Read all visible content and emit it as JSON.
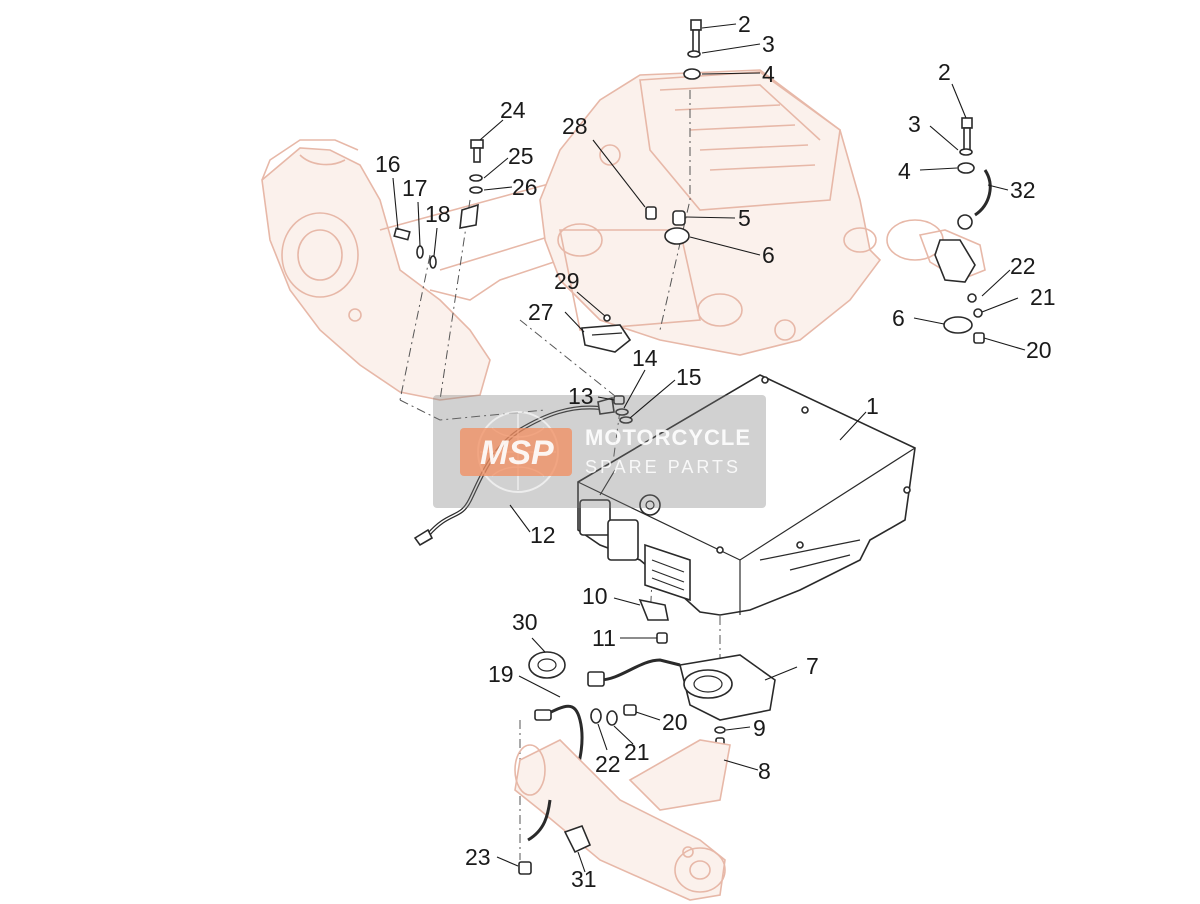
{
  "watermark": {
    "logo": "MSP",
    "line1": "MOTORCYCLE",
    "line2": "SPARE PARTS"
  },
  "callouts": [
    {
      "id": "c2a",
      "text": "2"
    },
    {
      "id": "c3a",
      "text": "3"
    },
    {
      "id": "c4a",
      "text": "4"
    },
    {
      "id": "c2b",
      "text": "2"
    },
    {
      "id": "c3b",
      "text": "3"
    },
    {
      "id": "c4b",
      "text": "4"
    },
    {
      "id": "c32",
      "text": "32"
    },
    {
      "id": "c24",
      "text": "24"
    },
    {
      "id": "c25",
      "text": "25"
    },
    {
      "id": "c26",
      "text": "26"
    },
    {
      "id": "c28",
      "text": "28"
    },
    {
      "id": "c5",
      "text": "5"
    },
    {
      "id": "c6a",
      "text": "6"
    },
    {
      "id": "c16",
      "text": "16"
    },
    {
      "id": "c17",
      "text": "17"
    },
    {
      "id": "c18",
      "text": "18"
    },
    {
      "id": "c22a",
      "text": "22"
    },
    {
      "id": "c21a",
      "text": "21"
    },
    {
      "id": "c6b",
      "text": "6"
    },
    {
      "id": "c20a",
      "text": "20"
    },
    {
      "id": "c29",
      "text": "29"
    },
    {
      "id": "c27",
      "text": "27"
    },
    {
      "id": "c14",
      "text": "14"
    },
    {
      "id": "c15",
      "text": "15"
    },
    {
      "id": "c13",
      "text": "13"
    },
    {
      "id": "c1",
      "text": "1"
    },
    {
      "id": "c12",
      "text": "12"
    },
    {
      "id": "c10",
      "text": "10"
    },
    {
      "id": "c11",
      "text": "11"
    },
    {
      "id": "c30",
      "text": "30"
    },
    {
      "id": "c7",
      "text": "7"
    },
    {
      "id": "c19",
      "text": "19"
    },
    {
      "id": "c20b",
      "text": "20"
    },
    {
      "id": "c9",
      "text": "9"
    },
    {
      "id": "c21b",
      "text": "21"
    },
    {
      "id": "c22b",
      "text": "22"
    },
    {
      "id": "c8",
      "text": "8"
    },
    {
      "id": "c23",
      "text": "23"
    },
    {
      "id": "c31",
      "text": "31"
    }
  ]
}
